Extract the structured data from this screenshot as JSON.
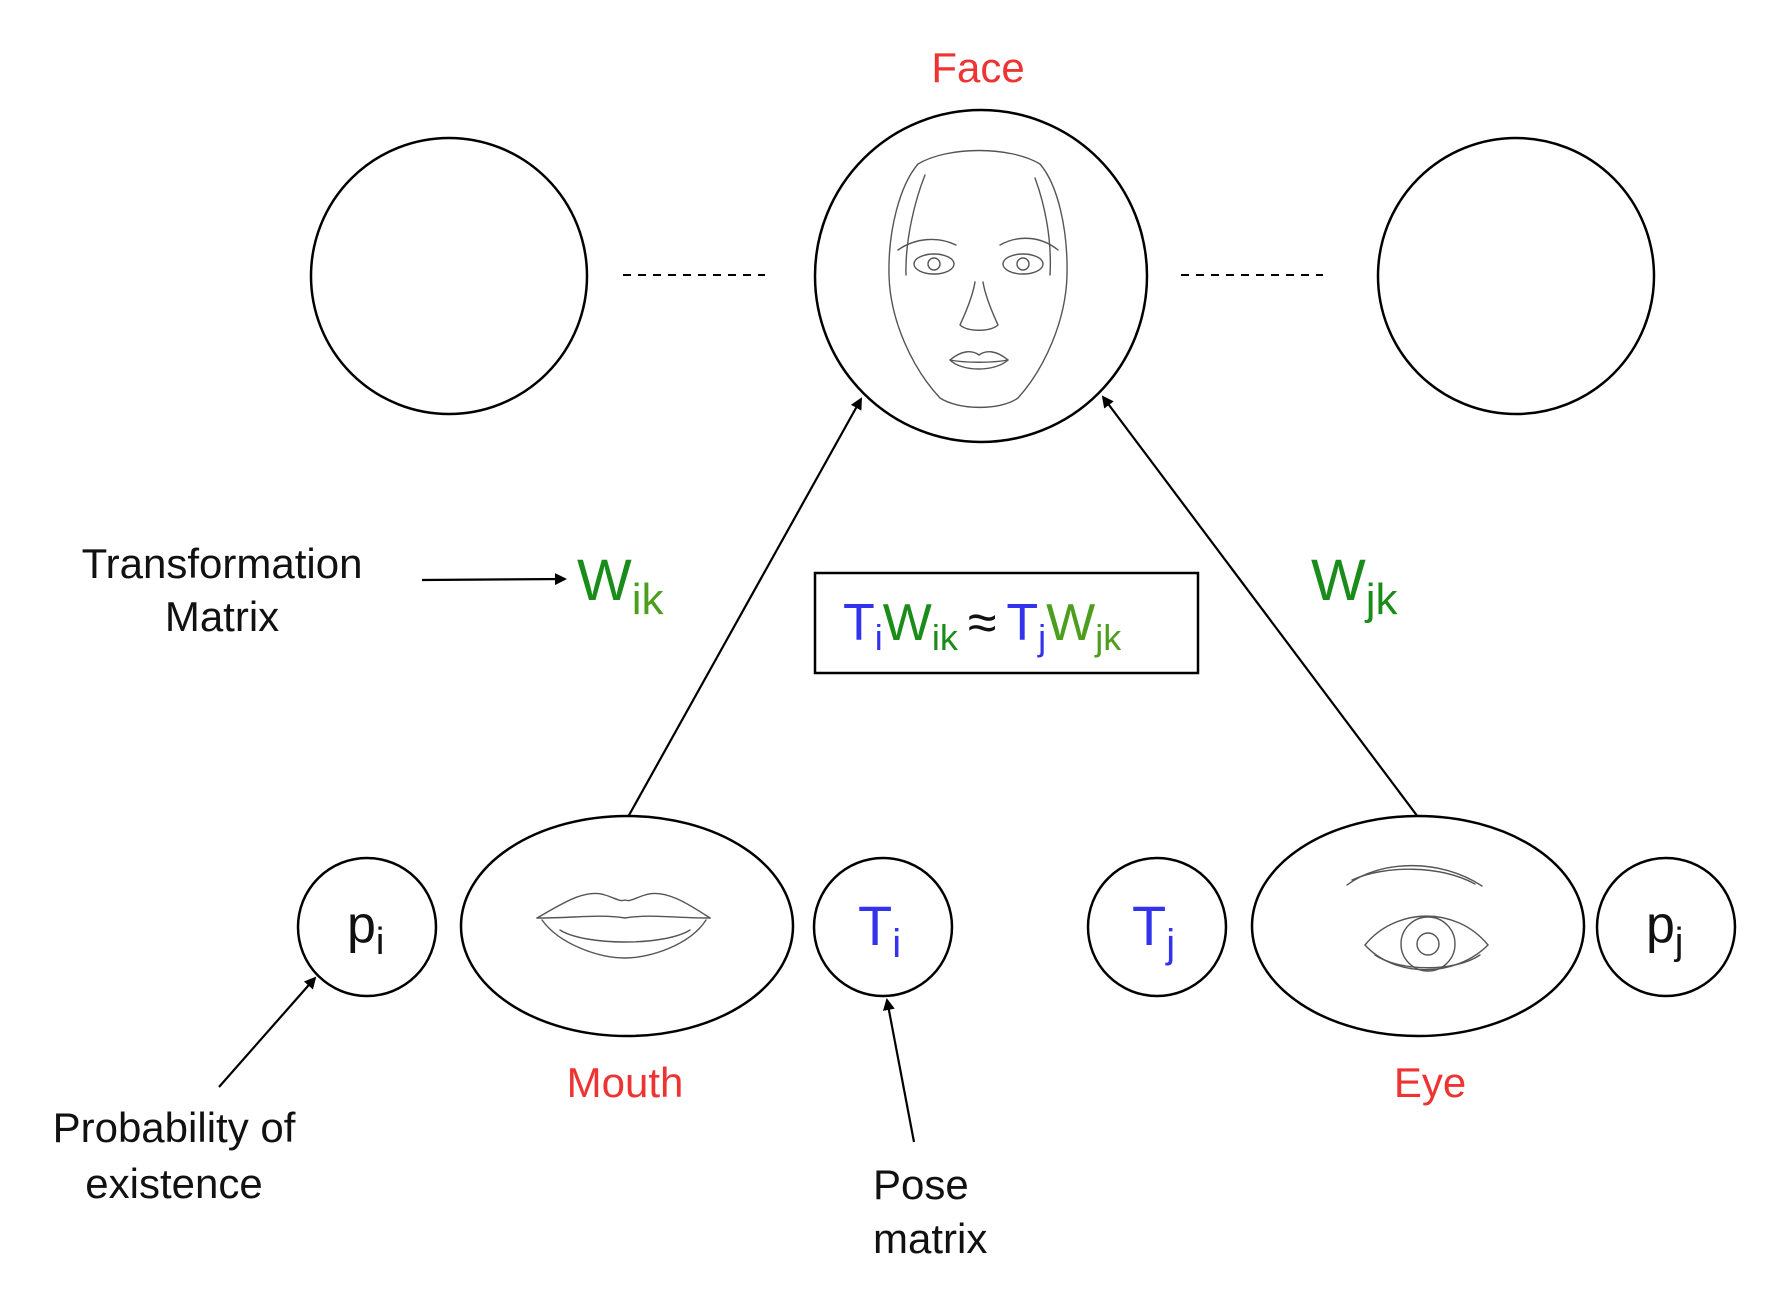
{
  "labels": {
    "face": "Face",
    "mouth": "Mouth",
    "eye": "Eye",
    "transformation_line1": "Transformation",
    "transformation_line2": "Matrix",
    "probability_line1": "Probability of",
    "probability_line2": "existence",
    "pose_line1": "Pose",
    "pose_line2": "matrix"
  },
  "symbols": {
    "p_base": "p",
    "p_i_sub": "i",
    "p_j_sub": "j",
    "T_base": "T",
    "T_i_sub": "i",
    "T_j_sub": "j",
    "W_base": "W",
    "W_ik_sub": "ik",
    "W_jk_sub": "jk"
  },
  "equation": {
    "approx": "≈"
  },
  "colors": {
    "part_label": "#ee3333",
    "pose_symbol": "#3333ee",
    "weight_primary": "#1a8c1a",
    "weight_secondary": "#4d9e1e",
    "outline": "#000000"
  }
}
